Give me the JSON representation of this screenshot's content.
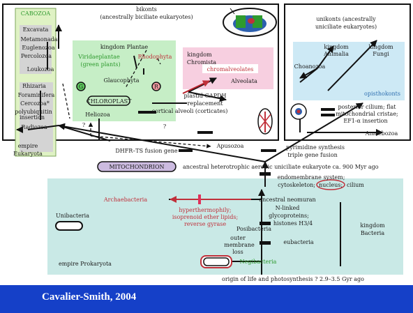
{
  "footer": {
    "citation": "Cavalier-Smith, 2004"
  },
  "labels": {
    "cabozoa": "CABOZOA",
    "excavata": "Excavata",
    "metamonada": "Metamonada",
    "euglenozoa": "Euglenozoa",
    "percolozoa": "Percolozoa",
    "loukozoa": "Loukozoa",
    "rhizaria": "Rhizaria",
    "foraminifera": "Foraminifera",
    "cercozoa": "Cercozoa*",
    "polyubiquitin_1": "polyubiquitin",
    "polyubiquitin_2": "insertion",
    "radiozoa": "Radiozoa",
    "bikonts_1": "bikonts",
    "bikonts_2": "(ancestrally biciliate eukaryotes)",
    "kingdom_plantae": "kingdom Plantae",
    "viridaeplantae_1": "Viridaeplantae",
    "viridaeplantae_2": "(green plants)",
    "rhodophyta": "Rhodophyta",
    "glaucophyta": "Glaucophyta",
    "g_marker": "G",
    "r_marker": "R",
    "chloroplast": "CHLOROPLAST",
    "heliozoa": "Heliozoa",
    "cortical_alveoli": "cortical alveoli (corticates)",
    "question_1": "?",
    "question_2": "?",
    "apusozoa": "Apusozoa",
    "kingdom_chromista_1": "kingdom",
    "kingdom_chromista_2": "Chromista",
    "chromalveolates": "chromalveolates",
    "alveolata": "Alveolata",
    "plastid_gapdh_1": "plastid GAPDH",
    "plastid_gapdh_2": "replacement",
    "unikonts_1": "unikonts (ancestrally",
    "unikonts_2": "uniciliate eukaryotes)",
    "kingdom_animalia_1": "kingdom",
    "kingdom_animalia_2": "Animalia",
    "kingdom_fungi_1": "kingdom",
    "kingdom_fungi_2": "Fungi",
    "choanozoa": "Choanozoa",
    "opisthokonts": "opisthokonts",
    "posterior_1": "posterior cilium; flat",
    "posterior_2": "mitochondrial cristae;",
    "posterior_3": "EF1-α insertion",
    "amoebozoa": "Amoebozoa",
    "empire_eukaryota_1": "empire",
    "empire_eukaryota_2": "Eukaryota",
    "dhfr_ts": "DHFR–TS fusion gene",
    "pyrimidine_1": "pyrimidine synthesis",
    "pyrimidine_2": "triple gene fusion",
    "mitochondrion": "MITOCHONDRION",
    "ancestral_hetero": "ancestral heterotrophic aerobic uniciliate eukaryote ca. 900 Myr ago",
    "endomembrane_1": "endomembrane system;",
    "endomembrane_2a": "cytoskeleton;",
    "endomembrane_2b": "nucleus;",
    "endomembrane_2c": "cilium",
    "archaebacteria": "Archaebacteria",
    "ancestral_neomuran": "ancestral neomuran",
    "hyper_1": "hyperthermophily;",
    "hyper_2": "isoprenoid ether lipids;",
    "hyper_3": "reverse gyrase",
    "unibacteria": "Unibacteria",
    "n_linked_1": "N-linked",
    "n_linked_2": "glycoproteins;",
    "n_linked_3": "histones H3/4",
    "posibacteria": "Posibacteria",
    "eubacteria": "eubacteria",
    "kingdom_bacteria_1": "kingdom",
    "kingdom_bacteria_2": "Bacteria",
    "outer_membrane_1": "outer",
    "outer_membrane_2": "membrane",
    "outer_membrane_3": "loss",
    "empire_prokaryota": "empire Prokaryota",
    "negibacteria": "Negibacteria",
    "origin_of_life": "origin of life and photosynthesis ? 2.9–3.5 Gyr ago"
  },
  "colors": {
    "footer_bg": "#1540c8",
    "prokaryote_panel": "#c9e9e6",
    "cabozoa_panel": "#dff2c4",
    "plantae_panel": "#c6eec6",
    "chromista_panel": "#f7cfe0",
    "opisthokont_panel": "#cde9f5",
    "gray_box": "#d4d4d4",
    "green_label": "#2e9a2e",
    "red_label": "#c0303a",
    "blue_label": "#2f6fb0"
  }
}
